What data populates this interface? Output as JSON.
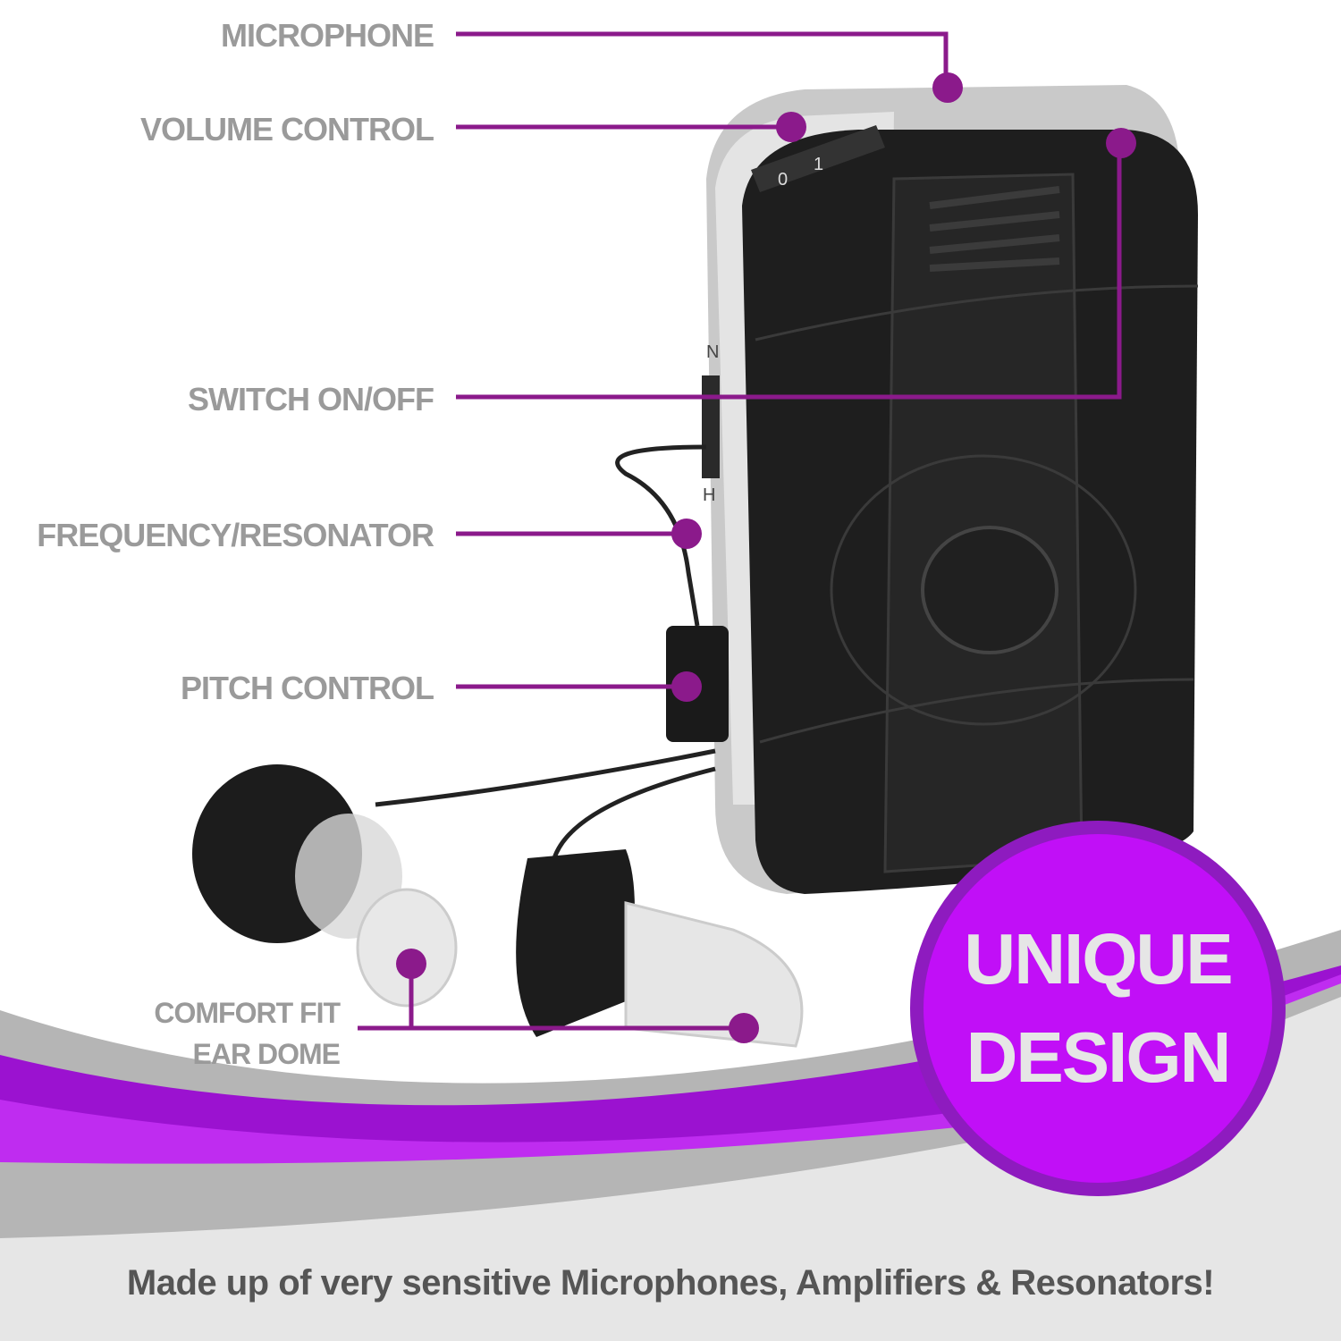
{
  "callouts": {
    "microphone": "MICROPHONE",
    "volume_control": "VOLUME CONTROL",
    "switch": "SWITCH ON/OFF",
    "frequency": "FREQUENCY/RESONATOR",
    "pitch": "PITCH CONTROL",
    "ear_dome_line1": "COMFORT FIT",
    "ear_dome_line2": "EAR DOME"
  },
  "badge": {
    "line1": "UNIQUE",
    "line2": "DESIGN"
  },
  "tagline": "Made up of very sensitive Microphones, Amplifiers & Resonators!",
  "device_markings": {
    "dial_0": "0",
    "dial_1": "1",
    "switch_n": "N",
    "switch_h": "H"
  },
  "colors": {
    "callout_line": "#8b1a8b",
    "badge_fill": "#c10ff7",
    "badge_ring": "#8e1bbf",
    "swoosh_purple": "#9b12d0",
    "label_gray": "#9a9a9a"
  }
}
